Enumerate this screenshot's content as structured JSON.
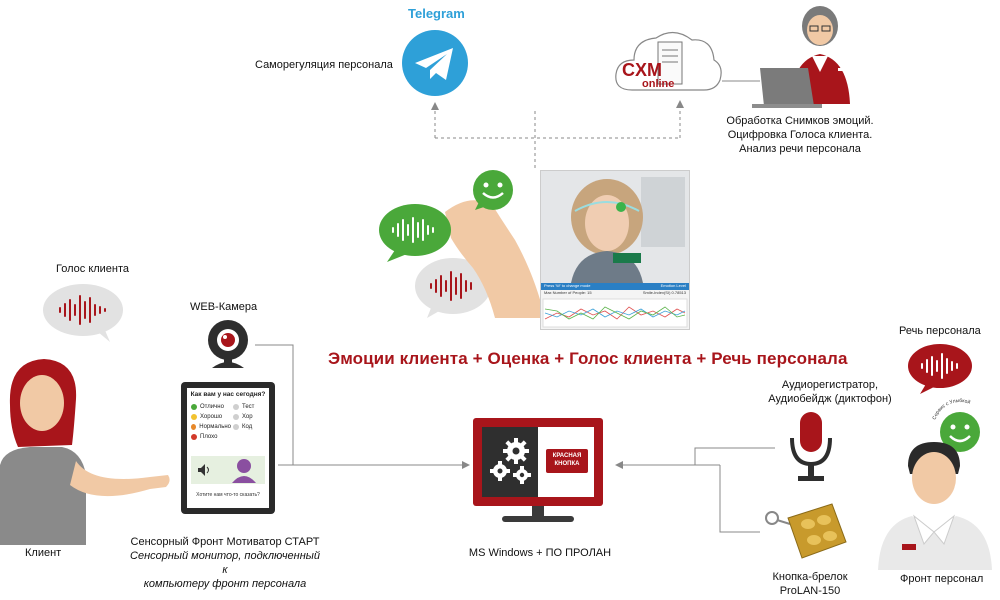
{
  "telegram": {
    "title": "Telegram",
    "caption": "Саморегуляция персонала"
  },
  "cloud": {
    "logo_main": "CXM",
    "logo_sub": "online"
  },
  "analyst": {
    "lines": [
      "Обработка Снимков эмоций.",
      "Оцифровка Голоса клиента.",
      "Анализ речи персонала"
    ]
  },
  "headline": "Эмоции клиента  + Оценка + Голос клиента + Речь персонала",
  "client": {
    "voice_label": "Голос клиента",
    "label": "Клиент"
  },
  "webcam": {
    "label": "WEB-Камера"
  },
  "tablet": {
    "question": "Как вам у нас сегодня?",
    "options": [
      "Отлично",
      "Хорошо",
      "Нормально",
      "Плохо"
    ],
    "right_options": [
      "Тест",
      "Хор",
      "Код"
    ],
    "footer": "Хотите нам что-то сказать?",
    "caption_title": "Сенсорный Фронт Мотиватор  СТАРТ",
    "caption_lines": [
      "Сенсорный монитор, подключенный к",
      "компьютеру фронт персонала"
    ]
  },
  "computer": {
    "badge_line1": "КРАСНАЯ",
    "badge_line2": "КНОПКА",
    "label": "MS Windows + ПО ПРОЛАН"
  },
  "recorder": {
    "lines": [
      "Аудиорегистратор,",
      "Аудиобейдж (диктофон)"
    ]
  },
  "keyfob": {
    "lines": [
      "Кнопка-брелок",
      "ProLAN-150"
    ]
  },
  "staff": {
    "speech_label": "Речь персонала",
    "label": "Фронт персонал",
    "arc_text": "Сервис с Улыбкой"
  },
  "screen": {
    "strip_left": "Press 'W' to change mode",
    "strip_right": "Emotion Level",
    "info_left": "Max Number of People: 15",
    "info_right": "Smile-Index(SI) 0.78513"
  },
  "colors": {
    "accent": "#a8151b",
    "telegram": "#2ea0d8",
    "green": "#4aa83a",
    "gray_bubble": "#e2e2e2"
  }
}
